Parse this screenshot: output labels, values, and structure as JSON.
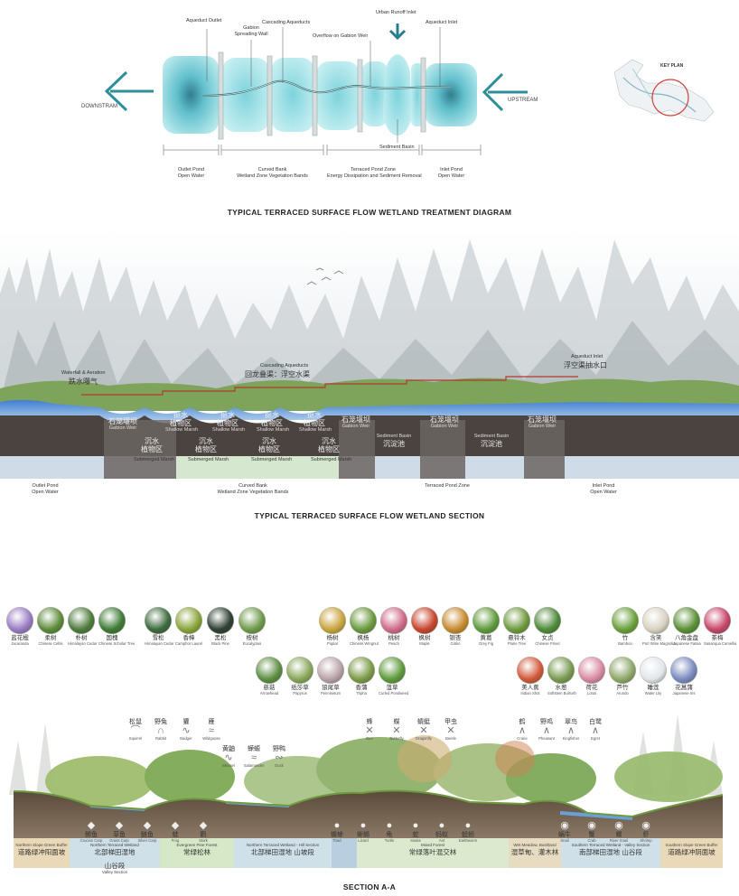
{
  "diagram": {
    "labels": {
      "aqueduct_outlet": "Aqueduct Outlet",
      "gabion_wall": "Gabion\nSpreading Wall",
      "cascading_aqueducts": "Cascading Aqueducts",
      "overflow_weir": "Overflow on Gabion Weir",
      "urban_runoff": "Urban Runoff Inlet",
      "aqueduct_inlet": "Aqueduct Inlet",
      "downstream": "DOWNSTRAM",
      "upstream": "UPSTREAM",
      "sediment_basin": "Sediment Basin",
      "key_plan": "KEY PLAN"
    },
    "zones": [
      {
        "line1": "Outlet Pond",
        "line2": "Open Water"
      },
      {
        "line1": "Curved Bank",
        "line2": "Wetland Zone Vegetation Bands"
      },
      {
        "line1": "Terraced Pond Zone",
        "line2": "Energy Dissipation and Sediment Removal"
      },
      {
        "line1": "Inlet Pond",
        "line2": "Open Water"
      }
    ],
    "title": "TYPICAL TERRACED SURFACE FLOW WETLAND TREATMENT DIAGRAM"
  },
  "section": {
    "title": "TYPICAL TERRACED SURFACE FLOW WETLAND SECTION",
    "waterfall_en": "Waterfall & Aeration",
    "waterfall_cn": "跌水曝气",
    "cascading_en": "Cascading Aqueducts",
    "cascading_cn": "回龙叠渠：浮空水渠",
    "inlet_en": "Aqueduct Inlet",
    "inlet_cn": "浮空渠抽水口",
    "gabion_cn": "石笼堰坝",
    "gabion_en": "Gabion Weir",
    "shallow_cn1": "挺水",
    "shallow_cn2": "植物区",
    "shallow_en": "Shallow Marsh",
    "submerged_cn1": "沉水",
    "submerged_cn2": "植物区",
    "submerged_en": "Submerged Marsh",
    "sediment_cn": "沉淀池",
    "sediment_en": "Sediment Basin",
    "bottom": [
      {
        "line1": "Outlet Pond",
        "line2": "Open Water"
      },
      {
        "line1": "Curved Bank",
        "line2": "Wetland Zone Vegetation Bands"
      },
      {
        "line1": "Terraced Pond Zone",
        "line2": ""
      },
      {
        "line1": "Inlet Pond",
        "line2": "Open Water"
      }
    ]
  },
  "section_aa": {
    "title": "SECTION A-A",
    "trees_left": [
      {
        "cn": "蓝花楹",
        "en": "Jacaranda",
        "color": "#9a7bc4"
      },
      {
        "cn": "柔树",
        "en": "Chinese Celtis",
        "color": "#5d8a3a"
      },
      {
        "cn": "朴树",
        "en": "Himalayan Cedar",
        "color": "#4d7c3c"
      },
      {
        "cn": "国槐",
        "en": "Chinese Scholar Tree",
        "color": "#3f7a35"
      },
      {
        "cn": "雪松",
        "en": "Himalayan Cedar",
        "color": "#3c6a3d"
      },
      {
        "cn": "香樟",
        "en": "Camphor Laurel",
        "color": "#8aa43a"
      },
      {
        "cn": "黑松",
        "en": "Black Pine",
        "color": "#2e3f33"
      },
      {
        "cn": "桉树",
        "en": "Eucalyptus",
        "color": "#6f9a4c"
      }
    ],
    "aquatic_left": [
      {
        "cn": "慈菇",
        "en": "Arrowhead",
        "color": "#5d8d42"
      },
      {
        "cn": "纸莎草",
        "en": "Papyrus",
        "color": "#8aa65a"
      },
      {
        "cn": "狼尾草",
        "en": "Pennisetum",
        "color": "#b9a3a9"
      },
      {
        "cn": "香蒲",
        "en": "Thpha",
        "color": "#7c9b48"
      },
      {
        "cn": "菹草",
        "en": "Curled Pondweed",
        "color": "#5f9a3c"
      }
    ],
    "trees_mid": [
      {
        "cn": "杨树",
        "en": "Poplar",
        "color": "#c9a43e"
      },
      {
        "cn": "枫杨",
        "en": "Chinese Wingnut",
        "color": "#6a9a3e"
      },
      {
        "cn": "桃树",
        "en": "Peach",
        "color": "#d06a8a"
      },
      {
        "cn": "枫树",
        "en": "Maple",
        "color": "#c9442e"
      },
      {
        "cn": "银杏",
        "en": "Ginko",
        "color": "#c98a2e"
      },
      {
        "cn": "黄葛",
        "en": "Grey Fig",
        "color": "#5f9a3c"
      },
      {
        "cn": "悬铃木",
        "en": "Plane Tree",
        "color": "#6f9a3e"
      },
      {
        "cn": "女贞",
        "en": "Chinese Privet",
        "color": "#4f8a3a"
      }
    ],
    "trees_right": [
      {
        "cn": "竹",
        "en": "Bamboo",
        "color": "#6aa03a"
      },
      {
        "cn": "含笑",
        "en": "Port Wine Magnolia",
        "color": "#d8d2c2"
      },
      {
        "cn": "八角金盘",
        "en": "Japanese Fatsia",
        "color": "#5b8f36"
      },
      {
        "cn": "茶梅",
        "en": "Sasanqua Camellia",
        "color": "#c8466a"
      }
    ],
    "aquatic_right": [
      {
        "cn": "美人蕉",
        "en": "Indian Shot",
        "color": "#d2583a"
      },
      {
        "cn": "水葱",
        "en": "Softstem Bulrush",
        "color": "#7a9a52"
      },
      {
        "cn": "荷花",
        "en": "Lotus",
        "color": "#d88aa2"
      },
      {
        "cn": "芦竹",
        "en": "Arundo",
        "color": "#8fa86a"
      },
      {
        "cn": "睡莲",
        "en": "Water Lily",
        "color": "#e2e6ea"
      },
      {
        "cn": "花菖蒲",
        "en": "Japanese Iris",
        "color": "#7a8ac0"
      }
    ],
    "fauna_top_left": [
      {
        "cn": "松鼠",
        "en": "Squirrel"
      },
      {
        "cn": "野兔",
        "en": "Rabbit"
      },
      {
        "cn": "獾",
        "en": "Badger"
      },
      {
        "cn": "雁",
        "en": "Wildgoose"
      }
    ],
    "fauna_lower_left": [
      {
        "cn": "黄鼬",
        "en": "Weasel"
      },
      {
        "cn": "蝾螈",
        "en": "Salamander"
      },
      {
        "cn": "野鸭",
        "en": "Duck"
      }
    ],
    "fauna_insects": [
      {
        "cn": "蜂",
        "en": "Bee"
      },
      {
        "cn": "蝶",
        "en": "Butterfly"
      },
      {
        "cn": "蜻蜓",
        "en": "Dragonfly"
      },
      {
        "cn": "甲虫",
        "en": "Beetle"
      }
    ],
    "fauna_birds": [
      {
        "cn": "鹤",
        "en": "Crane"
      },
      {
        "cn": "野鸡",
        "en": "Pheasant"
      },
      {
        "cn": "翠鸟",
        "en": "Kingfisher"
      },
      {
        "cn": "白鹭",
        "en": "Egret"
      }
    ],
    "fauna_water_left": [
      {
        "cn": "鲫鱼",
        "en": "Crucian Carp"
      },
      {
        "cn": "草鱼",
        "en": "Grass Carp"
      },
      {
        "cn": "鲢鱼",
        "en": "Silver Carp"
      },
      {
        "cn": "蛙",
        "en": "Frog"
      },
      {
        "cn": "鹳",
        "en": "Stork"
      }
    ],
    "fauna_mid": [
      {
        "cn": "蟾蜍",
        "en": "Toad"
      },
      {
        "cn": "蜥蜴",
        "en": "Lizard"
      },
      {
        "cn": "龟",
        "en": "Turtle"
      },
      {
        "cn": "蛇",
        "en": "Snake"
      },
      {
        "cn": "蚂蚁",
        "en": "Ant"
      },
      {
        "cn": "蚯蚓",
        "en": "Earthworm"
      }
    ],
    "fauna_right": [
      {
        "cn": "蜗牛",
        "en": "Snail"
      },
      {
        "cn": "蟹",
        "en": "Crab"
      },
      {
        "cn": "螺",
        "en": "River Snail"
      },
      {
        "cn": "虾",
        "en": "Shrimp"
      }
    ],
    "zones": [
      {
        "en": "Northern Slope Green Buffer",
        "cn": "道路绿冲阳面坡"
      },
      {
        "en": "Northern Terraced Wetland",
        "cn": "北部梯田湿地",
        "sub_cn": "山谷段",
        "sub_en": "Valley Section"
      },
      {
        "en": "Evergreen Pine Forest",
        "cn": "常绿松林"
      },
      {
        "en": "Northern Terraced Wetland - Hill Section",
        "cn": "北部梯田湿地  山坡段"
      },
      {
        "en": "Mixed Forest",
        "cn": "常绿落叶混交林"
      },
      {
        "en": "Wet Meadow, Bushland",
        "cn": "湿草甸、灌木林"
      },
      {
        "en": "Southern Terraced Wetland - Valley Section",
        "cn": "南部梯田湿地  山谷段"
      },
      {
        "en": "Southern Slope Green Buffer",
        "cn": "道路绿冲阴面坡"
      }
    ]
  }
}
